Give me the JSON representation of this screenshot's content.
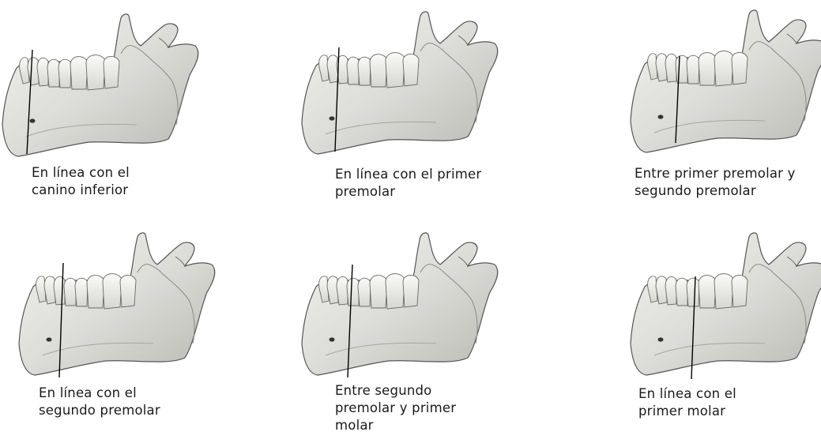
{
  "figure": {
    "panels": [
      {
        "caption": "En línea con el\ncanino inferior"
      },
      {
        "caption": "En línea con el primer\npremolar"
      },
      {
        "caption": "Entre primer premolar y\nsegundo premolar"
      },
      {
        "caption": "En línea con el\nsegundo premolar"
      },
      {
        "caption": "Entre segundo\npremolar y primer\nmolar"
      },
      {
        "caption": "En línea con el\nprimer molar"
      }
    ]
  }
}
